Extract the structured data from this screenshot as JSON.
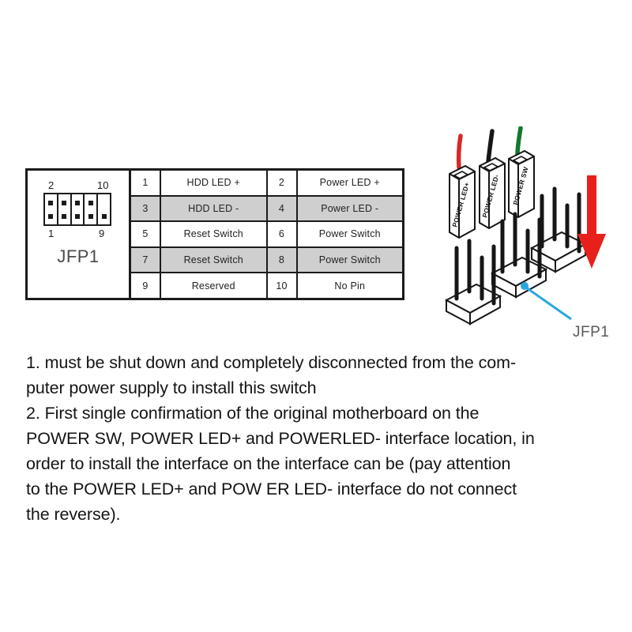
{
  "pinout": {
    "connector_name": "JFP1",
    "header_labels": {
      "top_left": "2",
      "top_right": "10",
      "bottom_left": "1",
      "bottom_right": "9"
    },
    "rows": [
      {
        "odd_pin": "1",
        "odd_name": "HDD LED +",
        "even_pin": "2",
        "even_name": "Power LED +",
        "shaded": false
      },
      {
        "odd_pin": "3",
        "odd_name": "HDD LED -",
        "even_pin": "4",
        "even_name": "Power LED -",
        "shaded": true
      },
      {
        "odd_pin": "5",
        "odd_name": "Reset Switch",
        "even_pin": "6",
        "even_name": "Power Switch",
        "shaded": false
      },
      {
        "odd_pin": "7",
        "odd_name": "Reset Switch",
        "even_pin": "8",
        "even_name": "Power Switch",
        "shaded": true
      },
      {
        "odd_pin": "9",
        "odd_name": "Reserved",
        "even_pin": "10",
        "even_name": "No Pin",
        "shaded": false
      }
    ]
  },
  "illustration": {
    "plugs": [
      {
        "label": "POWER LED+",
        "wire_color": "#d42a27"
      },
      {
        "label": "POWER LED-",
        "wire_color": "#161616"
      },
      {
        "label": "POWER SW",
        "wire_color": "#15772f"
      }
    ],
    "callout_label": "JFP1",
    "callout_color": "#2ba6dd",
    "arrow_color": "#e8201c",
    "arrow_direction": "down"
  },
  "notes": {
    "item1": "1. must be shut down and completely disconnected from the com-\nputer power supply to install this switch",
    "item2": "2. First single confirmation of the original motherboard on the\nPOWER SW, POWER LED+ and POWERLED- interface location, in\norder to install the interface on the interface can be (pay attention\nto the POWER LED+ and POW ER LED- interface do not connect\nthe reverse)."
  }
}
